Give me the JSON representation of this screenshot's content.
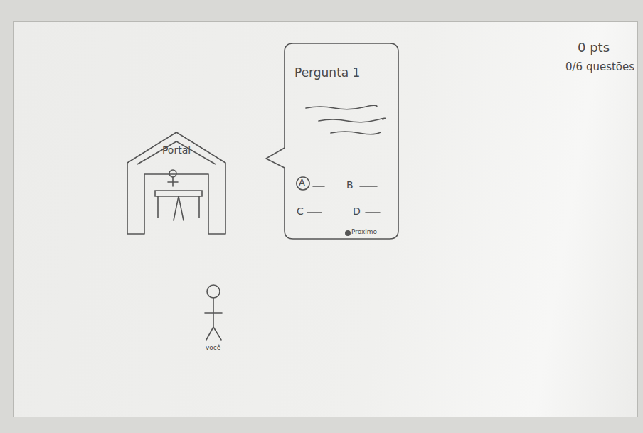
{
  "diagram": {
    "nodes": [
      {
        "text": [
          "Portal"
        ]
      },
      {
        "text": [
          "Pergunta 1"
        ]
      },
      {
        "text": [
          "A"
        ],
        "in": 1
      }
    ],
    "labels": [
      "B",
      "C",
      "D",
      "Proximo",
      "você",
      "0 pts",
      "0/6 questões"
    ]
  }
}
